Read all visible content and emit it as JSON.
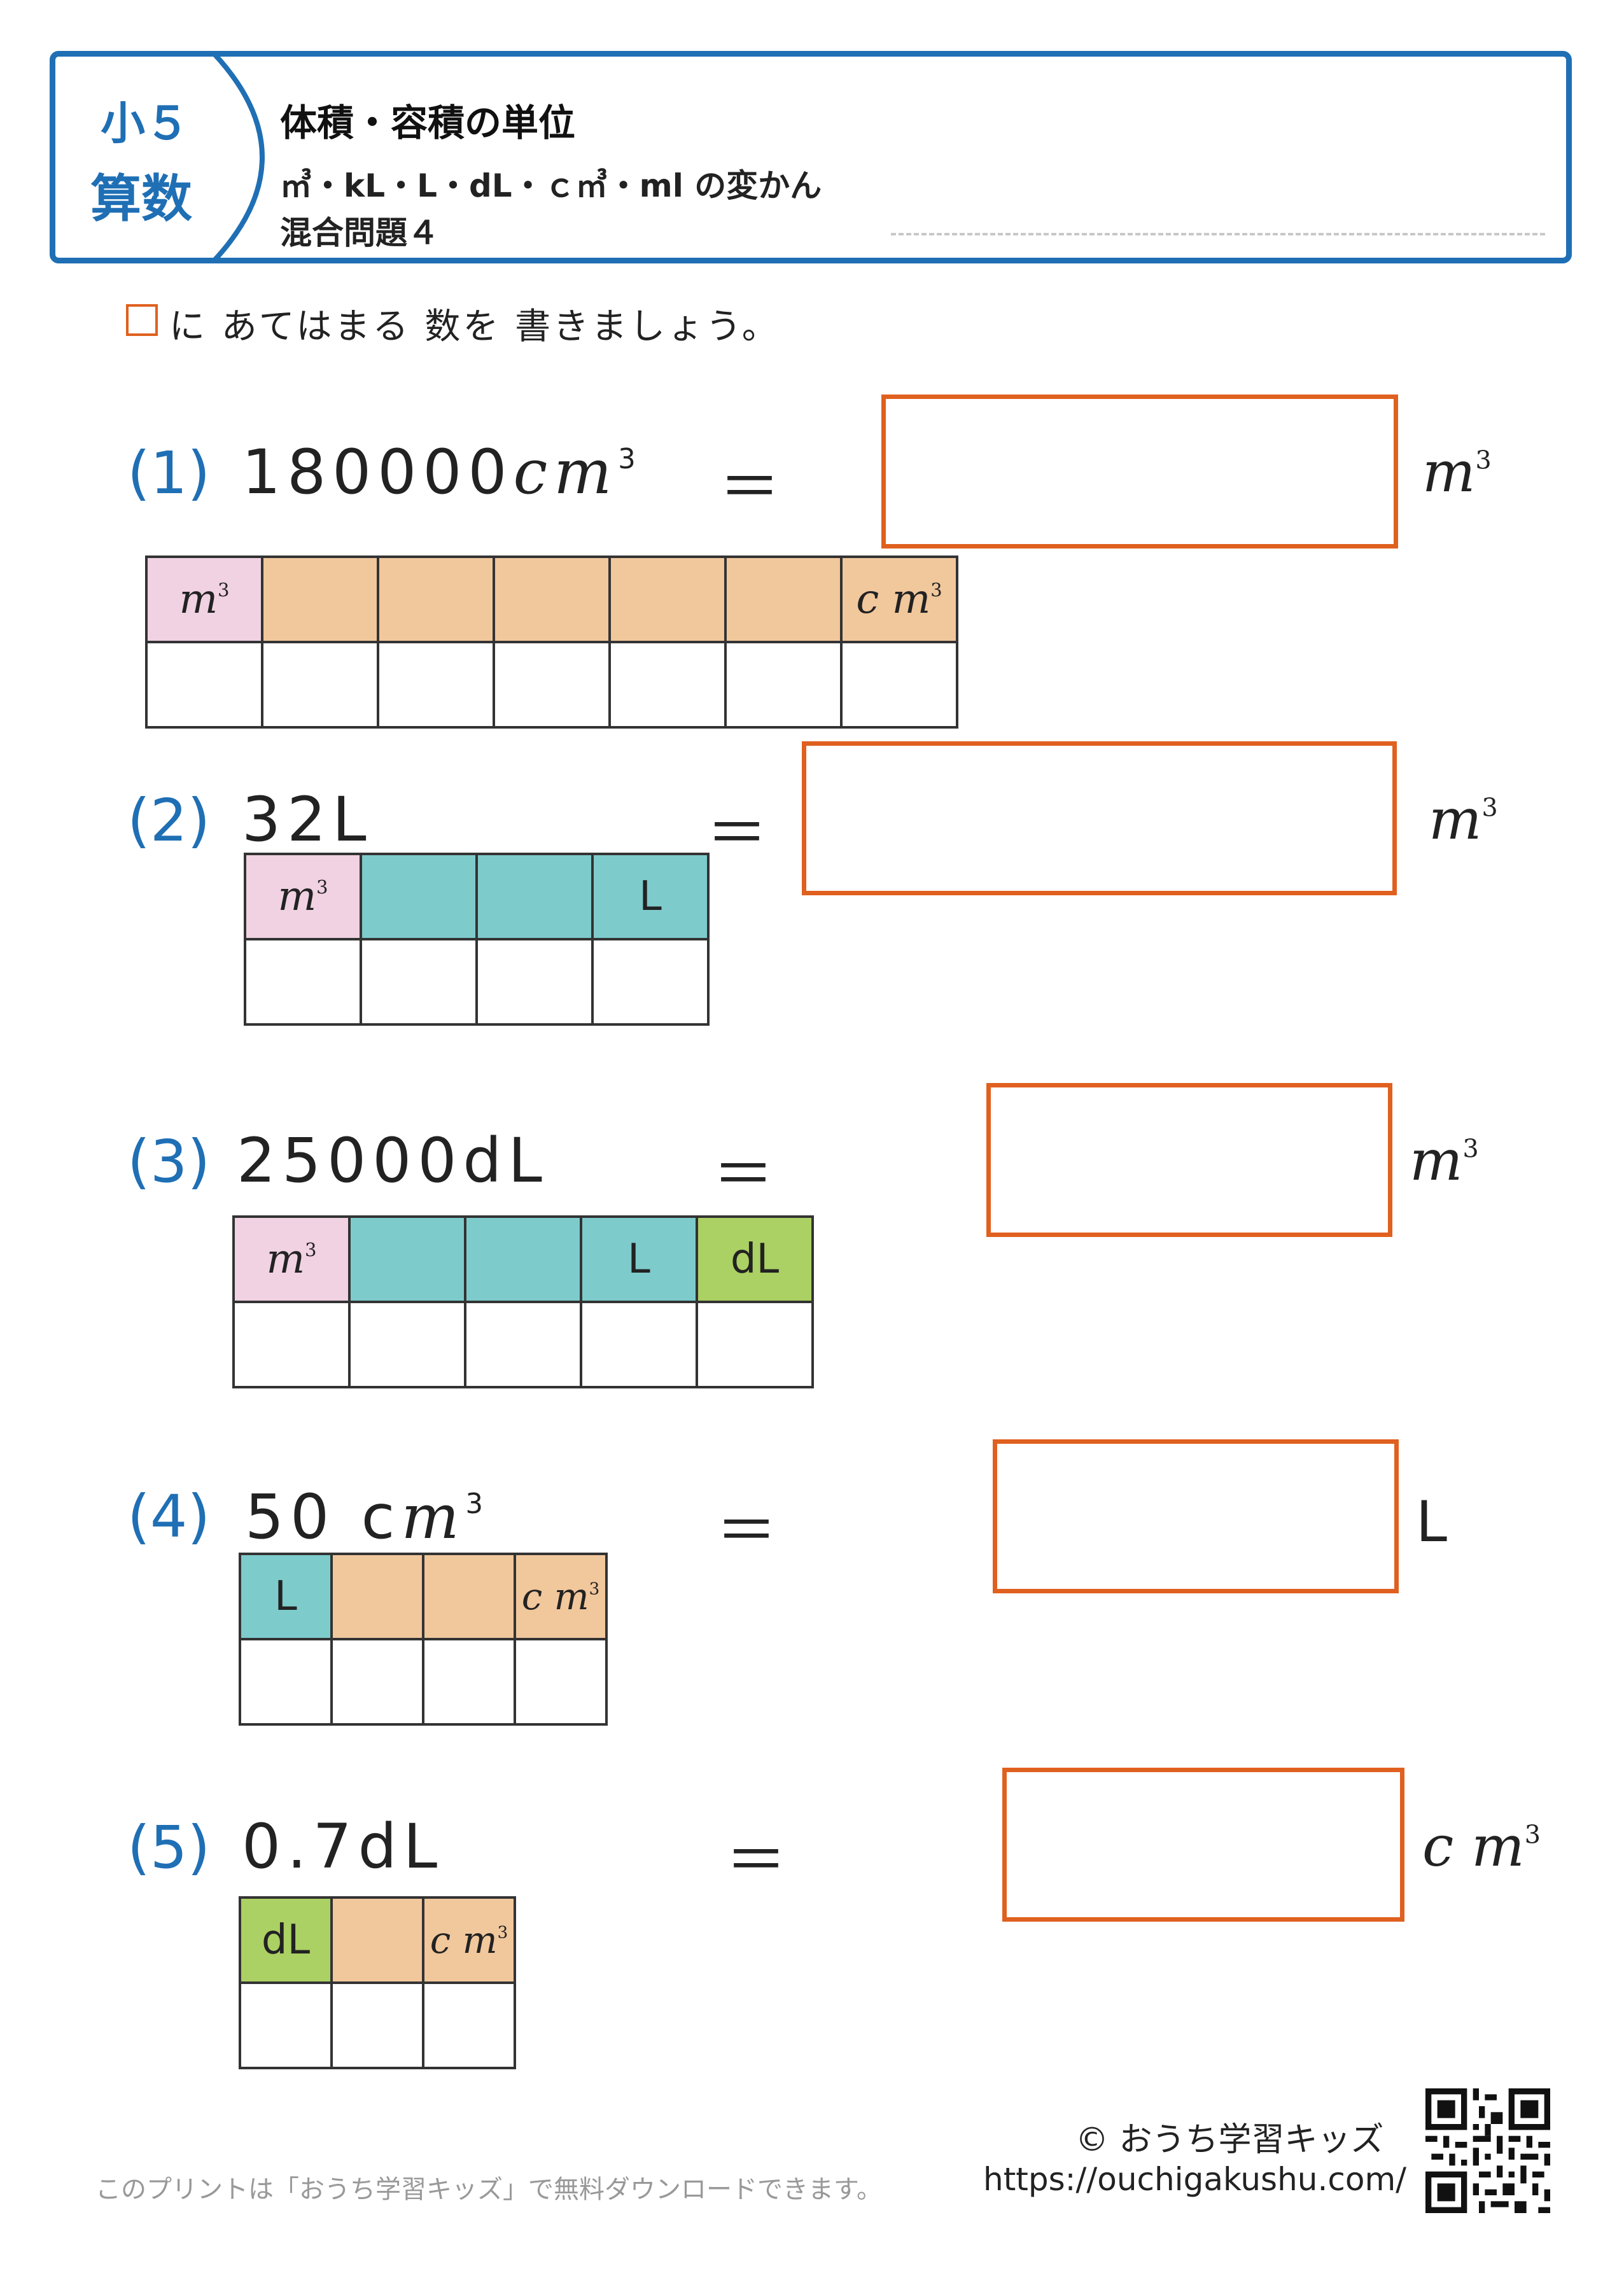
{
  "header": {
    "grade": "小５",
    "subject": "算数",
    "title": "体積・容積の単位",
    "subtitle": "㎥・kL・L・dL・ｃ㎥・ml の変かん",
    "subtitle2": "混合問題４"
  },
  "instruction": {
    "box": "□",
    "text": "に あてはまる 数を 書きましょう。"
  },
  "problems": [
    {
      "label": "(1)",
      "expr": "180000",
      "expr_unit": "cm",
      "answer_unit": "m",
      "headers": [
        "m",
        "",
        "",
        "",
        "",
        "",
        "c m"
      ]
    },
    {
      "label": "(2)",
      "expr": "32L",
      "answer_unit": "m",
      "headers": [
        "m",
        "",
        "",
        "L"
      ]
    },
    {
      "label": "(3)",
      "expr": "25000dL",
      "answer_unit": "m",
      "headers": [
        "m",
        "",
        "",
        "L",
        "dL"
      ]
    },
    {
      "label": "(4)",
      "expr": "50 c",
      "expr_unit": "m",
      "answer_unit": "L",
      "headers": [
        "L",
        "",
        "",
        "c m"
      ]
    },
    {
      "label": "(5)",
      "expr": "0.7dL",
      "answer_unit": "c m",
      "headers": [
        "dL",
        "",
        "c m"
      ]
    }
  ],
  "equals": "＝",
  "footer": {
    "note": "このプリントは「おうち学習キッズ」で無料ダウンロードできます。",
    "copyright": "© おうち学習キッズ",
    "url": "https://ouchigakushu.com/"
  },
  "colors": {
    "accent": "#1f6fb5",
    "answer_border": "#e0601f",
    "m3": "#f0d2e2",
    "cm3": "#f1c79c",
    "L": "#7ecbcc",
    "dL": "#abd063"
  }
}
